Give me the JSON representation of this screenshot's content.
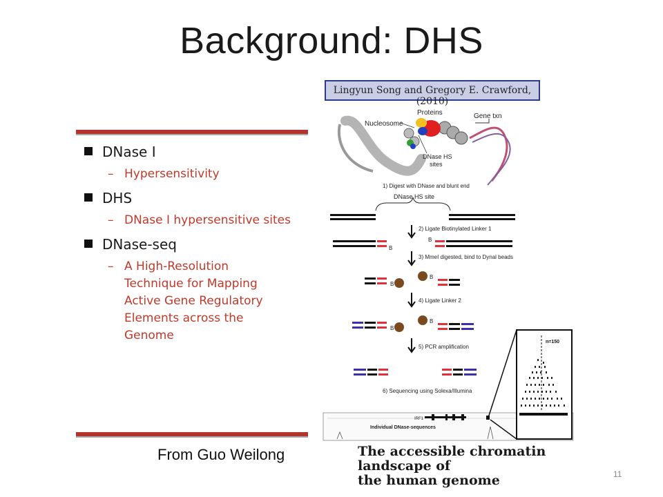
{
  "slide": {
    "title": "Background: DHS",
    "credit": "From Guo Weilong",
    "page_number": "11"
  },
  "bullets": [
    {
      "label": "DNase I",
      "sub": [
        "Hypersensitivity"
      ]
    },
    {
      "label": "DHS",
      "sub": [
        "DNase I hypersensitive sites"
      ]
    },
    {
      "label": "DNase-seq",
      "sub": [
        "A High-Resolution",
        "Technique for Mapping",
        "Active Gene Regulatory",
        "Elements across the",
        "Genome"
      ]
    }
  ],
  "figure": {
    "reference": "Lingyun Song and Gregory E. Crawford, (2010)",
    "labels": {
      "proteins": "Proteins",
      "nucleosome": "Nucleosome",
      "gene_txn": "Gene txn",
      "dnase_hs_sites_1": "DNase HS",
      "dnase_hs_sites_2": "sites",
      "dnase_hs_site": "DNase HS site",
      "biotin": "B",
      "n_label": "n=150",
      "gene_label": "IRF1",
      "track_label": "Individual DNase-sequences"
    },
    "steps": [
      "1) Digest with DNase and blunt end",
      "2) Ligate Biotinylated Linker 1",
      "3) MmeI digested, bind to Dynal beads",
      "4) Ligate Linker 2",
      "5) PCR amplification",
      "6) Sequencing using Solexa/Illumina"
    ],
    "colors": {
      "linker1": "#e0303a",
      "linker2": "#3a2fa6",
      "dna": "#111111",
      "bead": "#7a4a1e"
    }
  },
  "paper": {
    "title_line1": "The accessible chromatin landscape of",
    "title_line2": "the human genome"
  }
}
